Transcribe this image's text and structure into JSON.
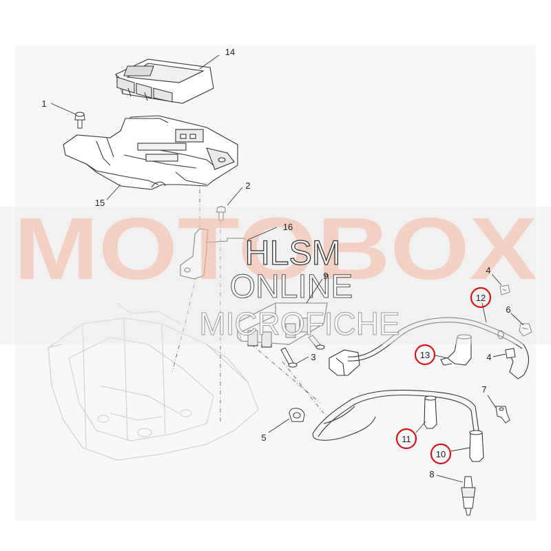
{
  "watermark": {
    "brand": "MOTOBOX",
    "line1": "HLSM",
    "line2": "ONLINE",
    "line3": "MICROFICHE",
    "brand_color": "#f4b8a0",
    "band_color": "#e8e8e8"
  },
  "callouts": [
    {
      "id": "1",
      "highlighted": false
    },
    {
      "id": "2",
      "highlighted": false
    },
    {
      "id": "3",
      "highlighted": false
    },
    {
      "id": "4",
      "highlighted": false
    },
    {
      "id": "4",
      "highlighted": false
    },
    {
      "id": "5",
      "highlighted": false
    },
    {
      "id": "6",
      "highlighted": false
    },
    {
      "id": "7",
      "highlighted": false
    },
    {
      "id": "8",
      "highlighted": false
    },
    {
      "id": "9",
      "highlighted": false
    },
    {
      "id": "10",
      "highlighted": true
    },
    {
      "id": "11",
      "highlighted": true
    },
    {
      "id": "12",
      "highlighted": true
    },
    {
      "id": "13",
      "highlighted": true
    },
    {
      "id": "14",
      "highlighted": false
    },
    {
      "id": "15",
      "highlighted": false
    },
    {
      "id": "16",
      "highlighted": false
    }
  ],
  "highlight_color": "#d4141b"
}
